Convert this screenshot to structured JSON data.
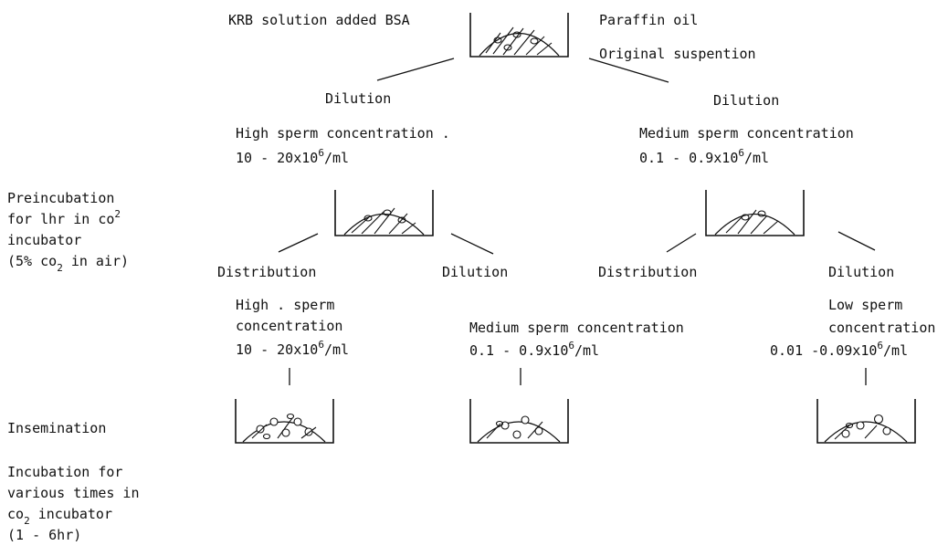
{
  "top": {
    "medium_label": "KRB solution added BSA",
    "oil_label": "Paraffin oil",
    "suspension_label": "Original suspention"
  },
  "level1": {
    "left_step": "Dilution",
    "right_step": "Dilution",
    "left_name": "High  sperm concentration .",
    "left_conc": "10 - 20x10",
    "left_exp": "6",
    "left_unit": "/ml",
    "right_name": "Medium sperm concentration",
    "right_conc": "0.1 - 0.9x10",
    "right_exp": "6",
    "right_unit": "/ml"
  },
  "side": {
    "preincubation": [
      "Preincubation",
      "for lhr in co",
      "incubator",
      "(5% co",
      " in air)"
    ],
    "preincubation_sup": "2",
    "preincubation_sub": "2",
    "insemination": "Insemination",
    "incubation": [
      "Incubation for",
      "various times in",
      "co",
      " incubator",
      "(1 - 6hr)"
    ],
    "incubation_sub": "2"
  },
  "level2": {
    "steps": [
      "Distribution",
      "Dilution",
      "Distribution",
      "Dilution"
    ],
    "groups": [
      {
        "name": [
          "High . sperm",
          "concentration"
        ],
        "conc": "10 - 20x10",
        "exp": "6",
        "unit": "/ml"
      },
      {
        "name": [
          "Medium sperm concentration"
        ],
        "conc": "0.1 - 0.9x10",
        "exp": "6",
        "unit": "/ml"
      },
      {
        "name": [
          "Low sperm",
          "concentration"
        ],
        "conc": "0.01 -0.09x10",
        "exp": "6",
        "unit": "/ml"
      }
    ]
  },
  "icons": {
    "dish": "culture-dish-with-oil-drop",
    "sperm": "sperm-cells",
    "oocyte": "oocyte-cells"
  }
}
